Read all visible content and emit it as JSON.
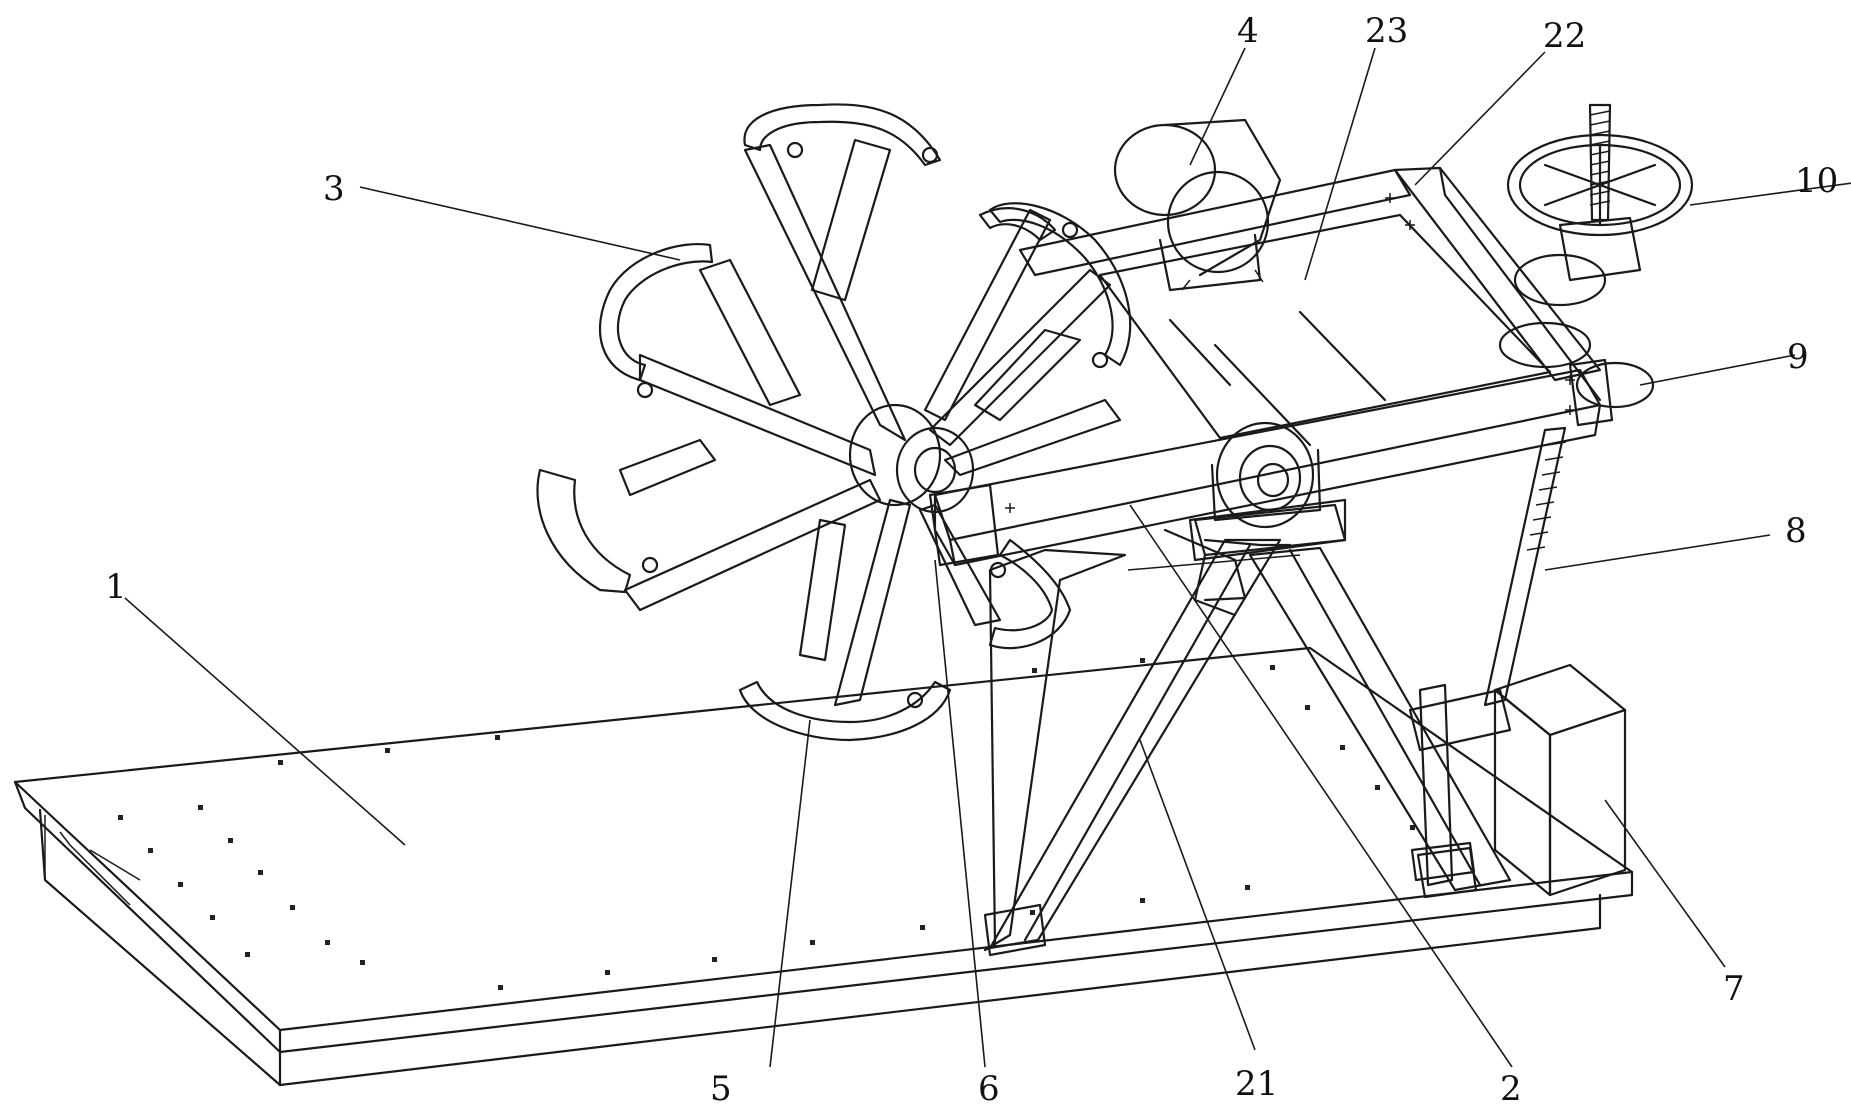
{
  "callouts": [
    {
      "id": "1",
      "text": "1"
    },
    {
      "id": "2",
      "text": "2"
    },
    {
      "id": "3",
      "text": "3"
    },
    {
      "id": "4",
      "text": "4"
    },
    {
      "id": "5",
      "text": "5"
    },
    {
      "id": "6",
      "text": "6"
    },
    {
      "id": "7",
      "text": "7"
    },
    {
      "id": "8",
      "text": "8"
    },
    {
      "id": "9",
      "text": "9"
    },
    {
      "id": "10",
      "text": "10"
    },
    {
      "id": "21",
      "text": "21"
    },
    {
      "id": "22",
      "text": "22"
    },
    {
      "id": "23",
      "text": "23"
    }
  ]
}
